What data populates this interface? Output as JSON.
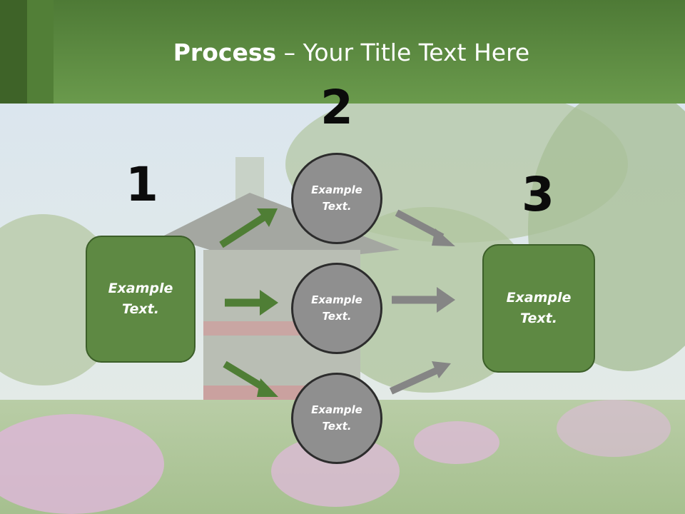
{
  "slide": {
    "title_bold": "Process",
    "title_rest": " – Your Title Text Here"
  },
  "steps": [
    {
      "number": "1",
      "text": "Example\nText."
    },
    {
      "number": "2",
      "text": "Example\nText."
    },
    {
      "number": "3",
      "text": "Example\nText."
    }
  ],
  "circles": [
    {
      "text": "Example\nText."
    },
    {
      "text": "Example\nText."
    },
    {
      "text": "Example\nText."
    }
  ],
  "colors": {
    "header": "#6a9a4c",
    "box_fill": "#5e8943",
    "circle_fill": "#8f8f8f",
    "arrow_green": "#4f7e35",
    "arrow_gray": "#858585"
  }
}
